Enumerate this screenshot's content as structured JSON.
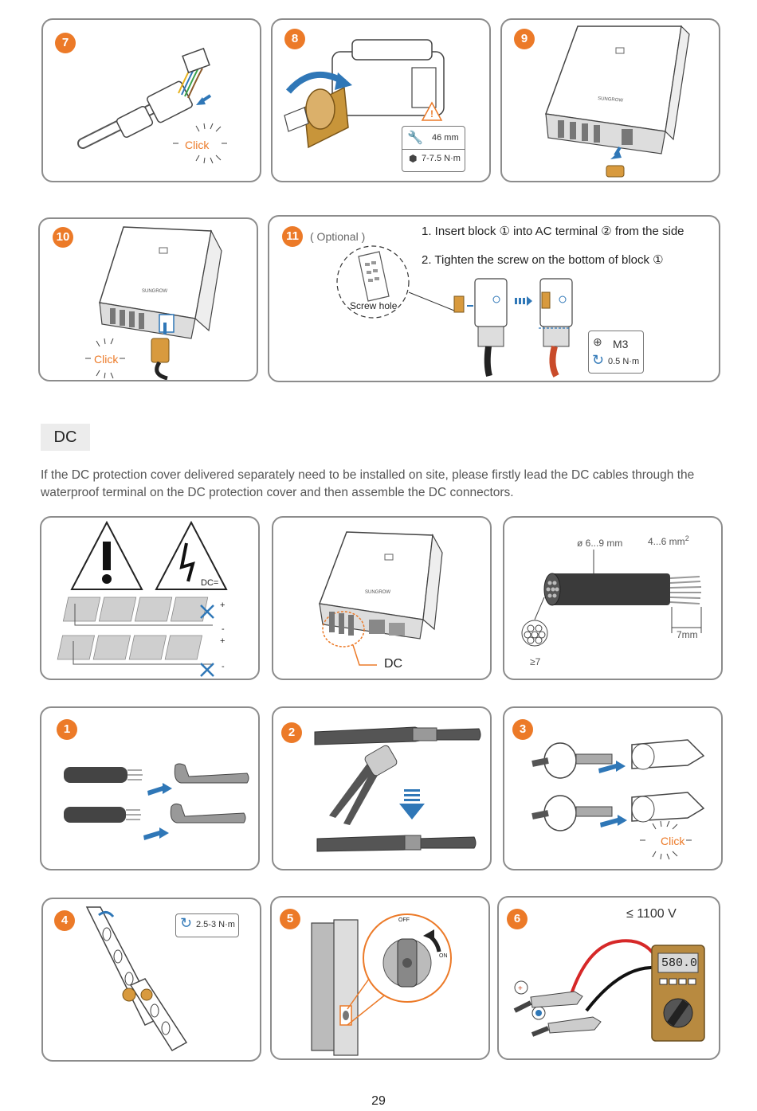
{
  "steps_ac": {
    "s7": {
      "num": "7",
      "click": "Click"
    },
    "s8": {
      "num": "8",
      "spec1": "46 mm",
      "spec2": "7-7.5 N·m"
    },
    "s9": {
      "num": "9"
    },
    "s10": {
      "num": "10",
      "click": "Click"
    },
    "s11": {
      "num": "11",
      "optional": "( Optional )",
      "instr1": "1. Insert block ① into AC terminal ② from the side",
      "instr2": "2. Tighten the screw on the bottom of block ①",
      "screw_hole": "Screw hole",
      "screw_size": "M3",
      "torque": "0.5 N·m"
    }
  },
  "section": {
    "title": "DC"
  },
  "intro": "If the DC protection cover delivered separately need to be installed on site, please firstly lead the DC cables through the waterproof terminal on the DC protection cover and then assemble the DC connectors.",
  "overview": {
    "warning_dc": "DC=",
    "inverter_dc_label": "DC",
    "cable_diameter": "ø 6...9 mm",
    "cable_cross": "4...6 mm",
    "cable_cross_exp": "2",
    "strip_length": "7mm",
    "strands": "≥7"
  },
  "steps_dc": {
    "s1": {
      "num": "1"
    },
    "s2": {
      "num": "2"
    },
    "s3": {
      "num": "3",
      "click": "Click"
    },
    "s4": {
      "num": "4",
      "torque": "2.5-3 N·m"
    },
    "s5": {
      "num": "5",
      "off": "OFF",
      "on": "ON"
    },
    "s6": {
      "num": "6",
      "voltage": "≤ 1100 V",
      "display": "580.0"
    }
  },
  "page_number": "29",
  "colors": {
    "accent": "#ec7a28",
    "arrow_blue": "#2f77b7",
    "border": "#8c8c8c",
    "cable_dark": "#3a3a3a"
  }
}
